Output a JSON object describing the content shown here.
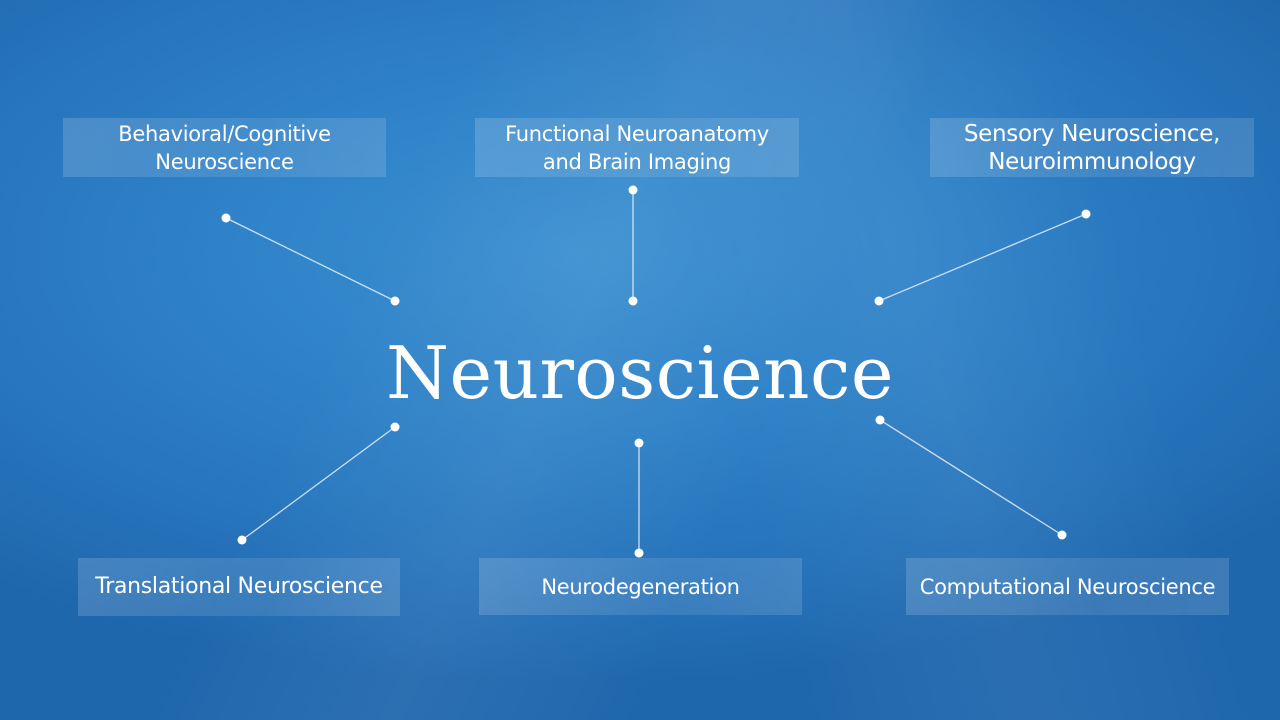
{
  "center": {
    "title": "Neuroscience"
  },
  "topics": [
    {
      "lines": [
        "Behavioral/Cognitive",
        "Neuroscience"
      ]
    },
    {
      "lines": [
        "Functional Neuroanatomy",
        "and Brain Imaging"
      ]
    },
    {
      "lines": [
        "Sensory Neuroscience,",
        "Neuroimmunology"
      ]
    },
    {
      "lines": [
        "Translational Neuroscience"
      ]
    },
    {
      "lines": [
        "Neurodegeneration"
      ]
    },
    {
      "lines": [
        "Computational Neuroscience"
      ]
    }
  ],
  "colors": {
    "background": "#2f82c8",
    "text": "#ffffff",
    "connector": "#e6f0fa"
  }
}
